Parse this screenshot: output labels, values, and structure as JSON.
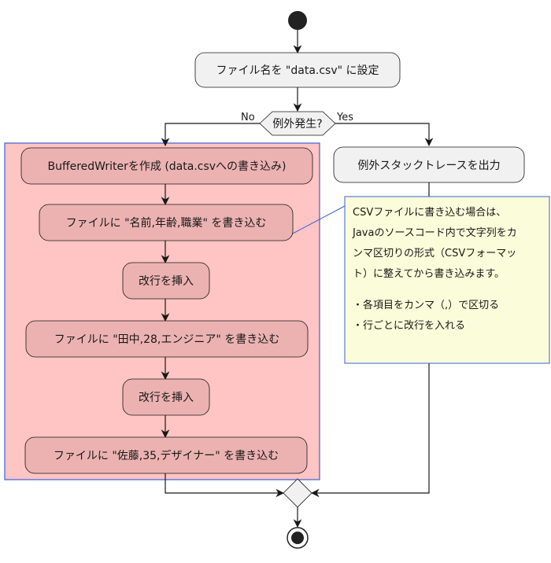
{
  "flow": {
    "step_set_filename": "ファイル名を \"data.csv\" に設定",
    "decision_label": "例外発生?",
    "branch_no": "No",
    "branch_yes": "Yes",
    "no_branch": [
      "BufferedWriterを作成 (data.csvへの書き込み)",
      "ファイルに \"名前,年齢,職業\" を書き込む",
      "改行を挿入",
      "ファイルに \"田中,28,エンジニア\" を書き込む",
      "改行を挿入",
      "ファイルに \"佐藤,35,デザイナー\" を書き込む"
    ],
    "yes_branch_action": "例外スタックトレースを出力"
  },
  "note": {
    "lines": [
      "CSVファイルに書き込む場合は、",
      "Javaのソースコード内で文字列をカ",
      "ンマ区切りの形式（CSVフォーマッ",
      "ト）に整えてから書き込みます。",
      "",
      "・各項目をカンマ（,）で区切る",
      "・行ごとに改行を入れる"
    ]
  },
  "colors": {
    "default_box": "#f1f1f1",
    "group_fill": "#ffc4c4",
    "group_border": "#3a62d6",
    "node_in_group": "#ecb2b2",
    "note_fill": "#fbfcda",
    "line": "#181818"
  }
}
